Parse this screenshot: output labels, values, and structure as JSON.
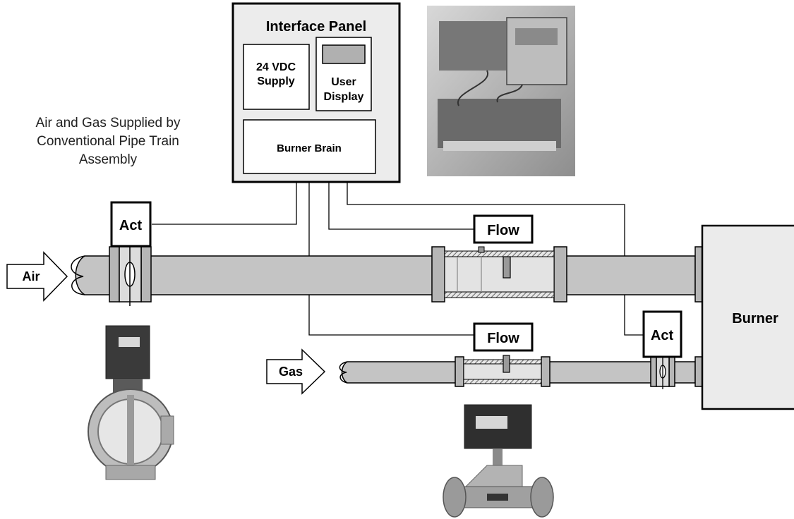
{
  "diagram": {
    "panel": {
      "title": "Interface Panel",
      "supply_line1": "24 VDC",
      "supply_line2": "Supply",
      "display_line1": "User",
      "display_line2": "Display",
      "brain": "Burner Brain"
    },
    "caption": {
      "line1": "Air and Gas Supplied by",
      "line2": "Conventional Pipe Train",
      "line3": "Assembly"
    },
    "labels": {
      "air": "Air",
      "gas": "Gas",
      "burner": "Burner",
      "act_air": "Act",
      "act_gas": "Act",
      "flow_air": "Flow",
      "flow_gas": "Flow"
    },
    "colors": {
      "pipe": "#c4c4c4",
      "flange": "#b6b6b6",
      "panel_fill": "#ececec",
      "burner_fill": "#ebebeb",
      "photo": "#9a9a9a"
    }
  }
}
